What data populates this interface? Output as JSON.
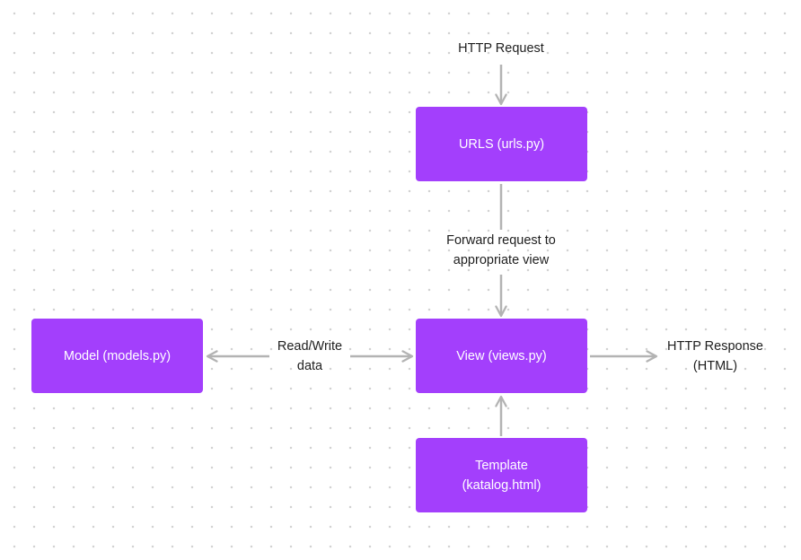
{
  "colors": {
    "node_fill": "#a33ffc",
    "node_text": "#ffffff",
    "connector": "#b3b3b3",
    "text": "#1e1e1e",
    "background": "#ffffff",
    "grid_dot": "#d2d2d2"
  },
  "nodes": {
    "urls": "URLS (urls.py)",
    "view": "View (views.py)",
    "model": "Model (models.py)",
    "template": "Template\n(katalog.html)"
  },
  "labels": {
    "http_request": "HTTP Request",
    "forward": "Forward request to\nappropriate view",
    "read_write": "Read/Write\ndata",
    "http_response": "HTTP Response\n(HTML)"
  },
  "edges": [
    {
      "from": "http_request",
      "to": "urls",
      "type": "directed"
    },
    {
      "from": "urls",
      "to": "view",
      "label": "forward",
      "type": "directed"
    },
    {
      "from": "view",
      "to": "model",
      "label": "read_write",
      "type": "bidirectional"
    },
    {
      "from": "template",
      "to": "view",
      "type": "directed"
    },
    {
      "from": "view",
      "to": "http_response",
      "type": "directed"
    }
  ]
}
